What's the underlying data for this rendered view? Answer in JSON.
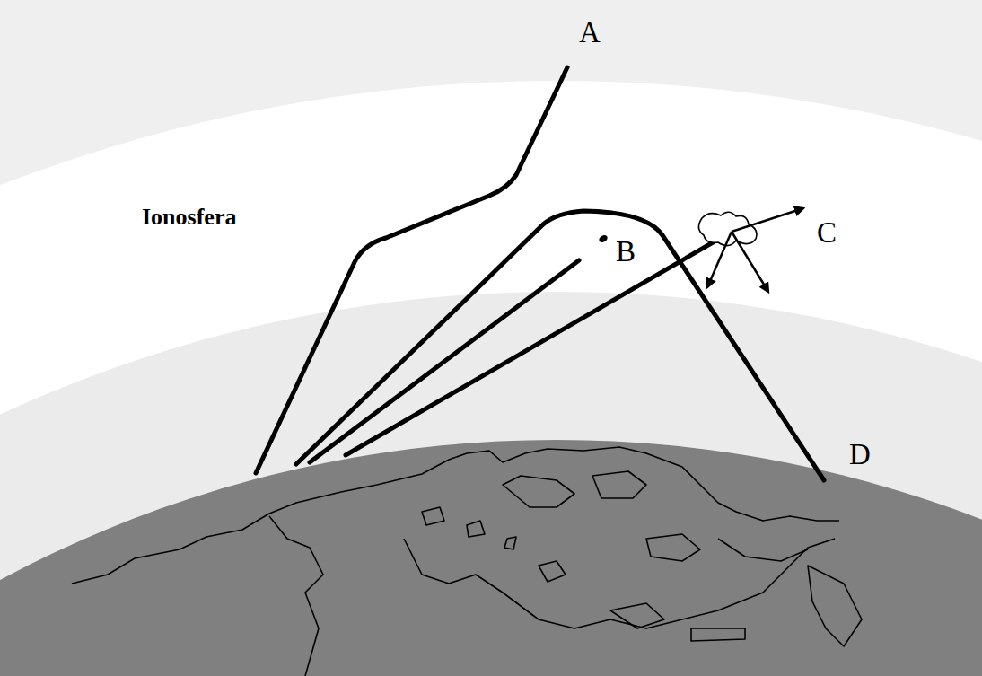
{
  "diagram": {
    "labels": [
      "Ionosfera",
      "A",
      "B",
      "C",
      "D"
    ]
  }
}
